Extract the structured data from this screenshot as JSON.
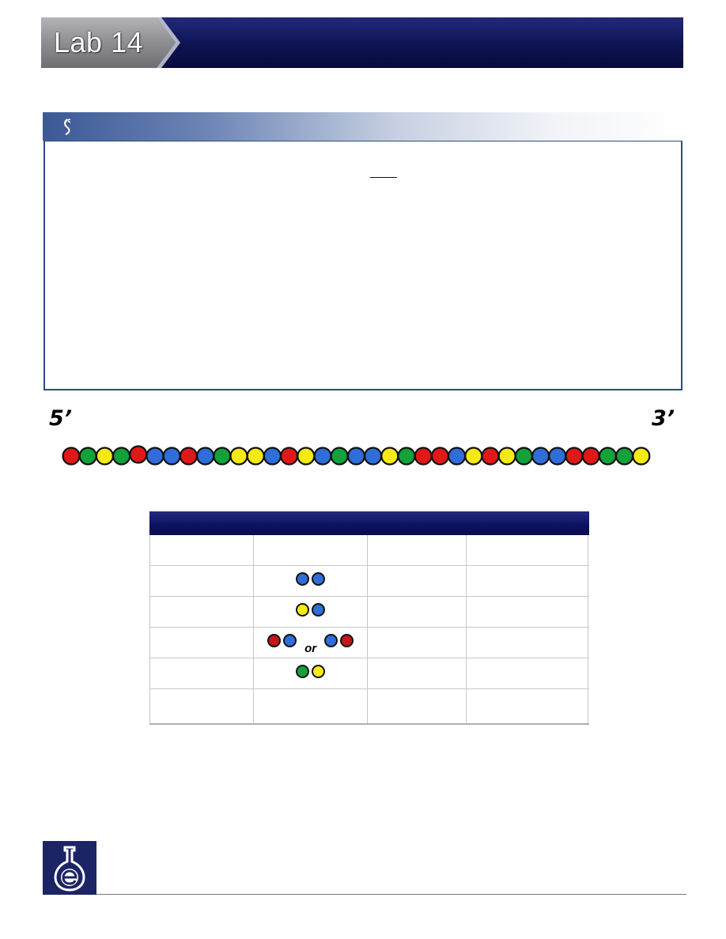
{
  "header": {
    "lab_title": "Lab 14",
    "banner_color": "#0f1555",
    "tab_color": "#8f8f93"
  },
  "strand": {
    "five_prime_label": "5’",
    "three_prime_label": "3’",
    "beads": [
      "red",
      "green",
      "yellow",
      "green",
      "red",
      "blue",
      "blue",
      "red",
      "blue",
      "green",
      "yellow",
      "yellow",
      "blue",
      "red",
      "yellow",
      "blue",
      "green",
      "blue",
      "blue",
      "yellow",
      "green",
      "red",
      "red",
      "blue",
      "yellow",
      "red",
      "yellow",
      "green",
      "blue",
      "blue",
      "red",
      "red",
      "green",
      "green",
      "yellow"
    ],
    "colors": {
      "red": "#e01818",
      "green": "#13a13a",
      "yellow": "#f5ea14",
      "blue": "#2f6ed8"
    }
  },
  "table": {
    "header_color": "#0d1160",
    "rows": [
      {
        "pattern": []
      },
      {
        "pattern": [
          "blue",
          "blue"
        ]
      },
      {
        "pattern": [
          "yellow",
          "blue"
        ]
      },
      {
        "pattern": [
          "red",
          "blue"
        ],
        "alt_pattern": [
          "blue",
          "red"
        ],
        "or_label": "or"
      },
      {
        "pattern": [
          "green",
          "yellow"
        ]
      },
      {
        "pattern": []
      }
    ],
    "pair_colors": {
      "red": "#c4161c",
      "green": "#13a13a",
      "yellow": "#f5ea14",
      "blue": "#2f6ed8"
    }
  },
  "footer": {
    "logo_icon": "flask-e-logo-icon"
  }
}
